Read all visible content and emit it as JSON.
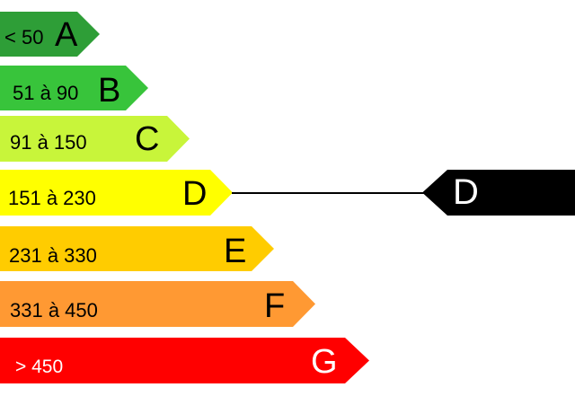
{
  "ratings": [
    {
      "range": "< 50",
      "letter": "A",
      "color": "#2e9e37",
      "text_color": "#000000"
    },
    {
      "range": "51 à 90",
      "letter": "B",
      "color": "#38c43b",
      "text_color": "#000000"
    },
    {
      "range": "91 à 150",
      "letter": "C",
      "color": "#c8f53a",
      "text_color": "#000000"
    },
    {
      "range": "151 à 230",
      "letter": "D",
      "color": "#ffff00",
      "text_color": "#000000"
    },
    {
      "range": "231 à 330",
      "letter": "E",
      "color": "#ffcc00",
      "text_color": "#000000"
    },
    {
      "range": "331 à 450",
      "letter": "F",
      "color": "#ff9933",
      "text_color": "#000000"
    },
    {
      "range": "> 450",
      "letter": "G",
      "color": "#ff0000",
      "text_color": "#ffffff"
    }
  ],
  "indicator": {
    "letter": "D",
    "color": "#000000",
    "text_color": "#ffffff"
  }
}
